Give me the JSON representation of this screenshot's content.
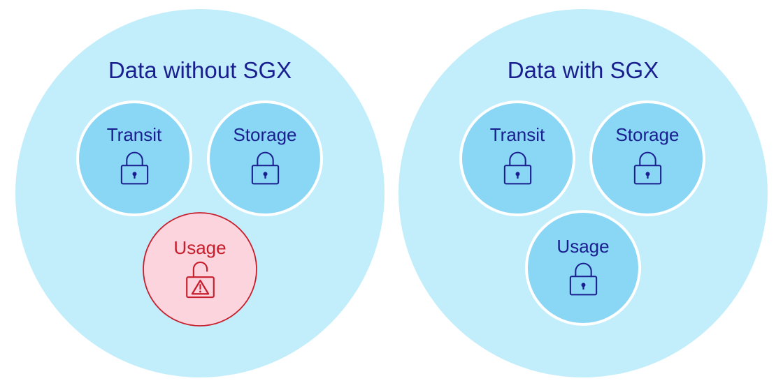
{
  "colors": {
    "outer_fill": "#C2EEFB",
    "inner_fill": "#8AD6F5",
    "inner_stroke": "#FFFFFF",
    "text_dark": "#1A1F8F",
    "lock_stroke": "#1A1F8F",
    "warn_fill": "#FBD4DE",
    "warn_stroke": "#C81D2B",
    "warn_text": "#C81D2B"
  },
  "left": {
    "title": "Data without SGX",
    "transit": {
      "label": "Transit",
      "icon": "lock-icon"
    },
    "storage": {
      "label": "Storage",
      "icon": "lock-icon"
    },
    "usage": {
      "label": "Usage",
      "icon": "unlocked-warning-icon"
    }
  },
  "right": {
    "title": "Data with SGX",
    "transit": {
      "label": "Transit",
      "icon": "lock-icon"
    },
    "storage": {
      "label": "Storage",
      "icon": "lock-icon"
    },
    "usage": {
      "label": "Usage",
      "icon": "lock-icon"
    }
  }
}
